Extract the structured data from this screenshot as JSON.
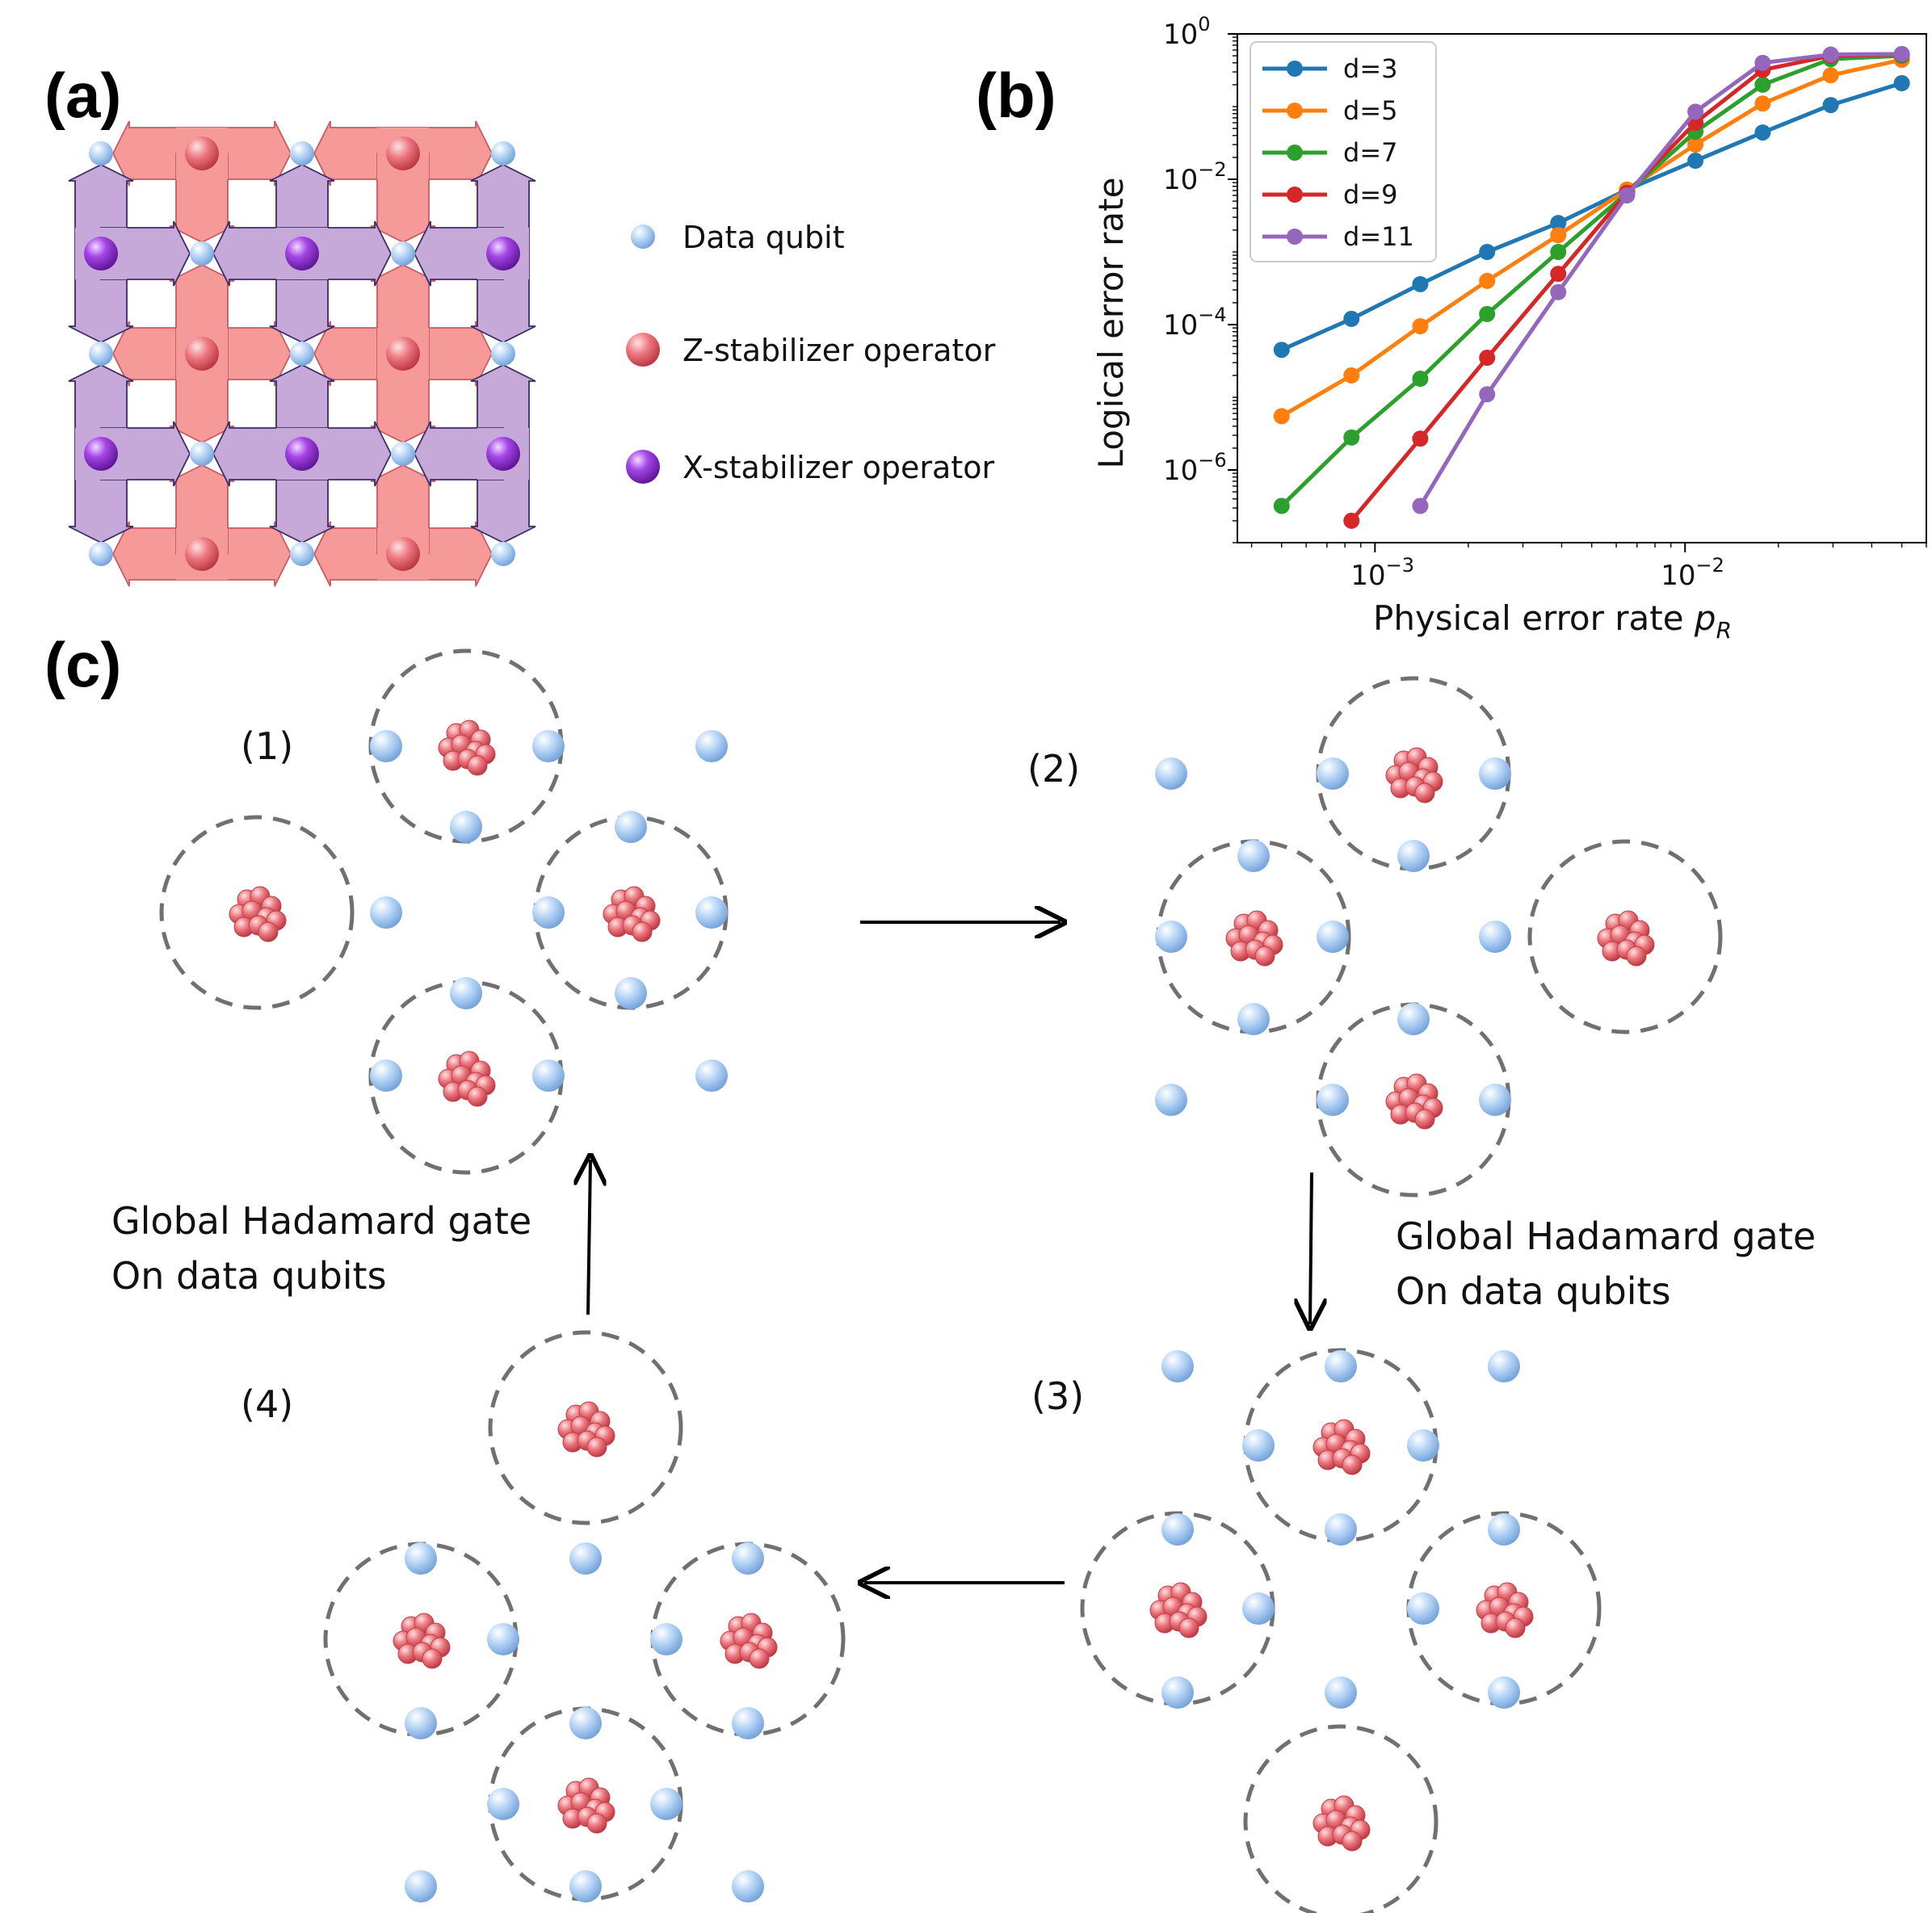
{
  "panel_labels": {
    "a": "(a)",
    "b": "(b)",
    "c": "(c)"
  },
  "panel_a_legend": {
    "data_qubit": "Data qubit",
    "z_stabilizer": "Z-stabilizer operator",
    "x_stabilizer": "X-stabilizer operator"
  },
  "colors": {
    "data_qubit": "#9cc4ee",
    "z_stabilizer": "#e46a72",
    "z_plaquette": "#f59a98",
    "x_stabilizer": "#8a2fc6",
    "x_plaquette": "#c6a9d8",
    "dashed_circle": "#707070"
  },
  "chart_data": {
    "type": "line",
    "title": "",
    "xlabel": "Physical error rate p_R",
    "xlabel_main": "Physical error rate ",
    "xlabel_symbol": "p",
    "xlabel_sub": "R",
    "ylabel": "Logical error rate",
    "xscale": "log",
    "yscale": "log",
    "xlim": [
      0.00036,
      0.06
    ],
    "ylim": [
      1e-07,
      1.0
    ],
    "xticks": [
      {
        "value": 0.001,
        "base": "10",
        "exp": "−3"
      },
      {
        "value": 0.01,
        "base": "10",
        "exp": "−2"
      }
    ],
    "yticks": [
      {
        "value": 1.0,
        "base": "10",
        "exp": "0"
      },
      {
        "value": 0.01,
        "base": "10",
        "exp": "−2"
      },
      {
        "value": 0.0001,
        "base": "10",
        "exp": "−4"
      },
      {
        "value": 1e-06,
        "base": "10",
        "exp": "−6"
      }
    ],
    "legend_position": "top-left",
    "series": [
      {
        "name": "d=3",
        "color": "#1f77b4",
        "x": [
          0.0005,
          0.00084,
          0.0014,
          0.0023,
          0.0039,
          0.0065,
          0.0108,
          0.0178,
          0.0295,
          0.05
        ],
        "y": [
          4.5e-05,
          0.00012,
          0.00036,
          0.001,
          0.0025,
          0.0072,
          0.018,
          0.044,
          0.105,
          0.21
        ]
      },
      {
        "name": "d=5",
        "color": "#ff7f0e",
        "x": [
          0.0005,
          0.00084,
          0.0014,
          0.0023,
          0.0039,
          0.0065,
          0.0108,
          0.0178,
          0.0295,
          0.05
        ],
        "y": [
          5.5e-06,
          2e-05,
          9.5e-05,
          0.0004,
          0.0017,
          0.0072,
          0.03,
          0.11,
          0.27,
          0.44
        ]
      },
      {
        "name": "d=7",
        "color": "#2ca02c",
        "x": [
          0.0005,
          0.00084,
          0.0014,
          0.0023,
          0.0039,
          0.0065,
          0.0108,
          0.0178,
          0.0295,
          0.05
        ],
        "y": [
          3.2e-07,
          2.8e-06,
          1.8e-05,
          0.00014,
          0.001,
          0.0065,
          0.045,
          0.2,
          0.45,
          0.5
        ]
      },
      {
        "name": "d=9",
        "color": "#d62728",
        "x": [
          0.00084,
          0.0014,
          0.0023,
          0.0039,
          0.0065,
          0.0108,
          0.0178,
          0.0295,
          0.05
        ],
        "y": [
          2e-07,
          2.7e-06,
          3.5e-05,
          0.0005,
          0.0065,
          0.06,
          0.32,
          0.5,
          0.52
        ]
      },
      {
        "name": "d=11",
        "color": "#9467bd",
        "x": [
          0.0014,
          0.0023,
          0.0039,
          0.0065,
          0.0108,
          0.0178,
          0.0295,
          0.05
        ],
        "y": [
          3.2e-07,
          1.1e-05,
          0.00028,
          0.006,
          0.085,
          0.4,
          0.52,
          0.53
        ]
      }
    ]
  },
  "panel_c": {
    "steps": [
      "(1)",
      "(2)",
      "(3)",
      "(4)"
    ],
    "captions": {
      "right_line1": "Global Hadamard gate",
      "right_line2": "On data qubits",
      "left_line1": "Global Hadamard gate",
      "left_line2": "On data qubits"
    }
  }
}
